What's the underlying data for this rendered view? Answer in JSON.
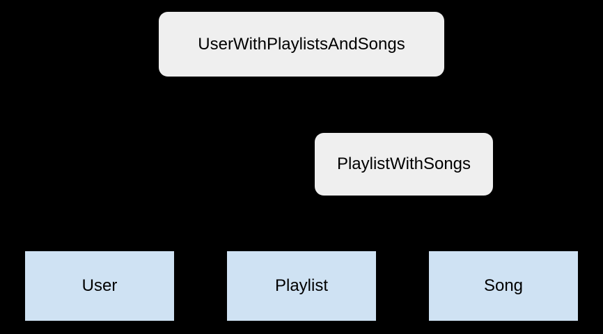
{
  "diagram": {
    "background_color": "#000000",
    "text_color": "#000000",
    "rounded_fill": "#efefef",
    "rect_fill": "#cfe2f3",
    "nodes": [
      {
        "id": "user-with-playlists-and-songs",
        "label": "UserWithPlaylistsAndSongs",
        "shape": "rounded",
        "fill": "#efefef"
      },
      {
        "id": "playlist-with-songs",
        "label": "PlaylistWithSongs",
        "shape": "rounded",
        "fill": "#efefef"
      },
      {
        "id": "user",
        "label": "User",
        "shape": "rect",
        "fill": "#cfe2f3"
      },
      {
        "id": "playlist",
        "label": "Playlist",
        "shape": "rect",
        "fill": "#cfe2f3"
      },
      {
        "id": "song",
        "label": "Song",
        "shape": "rect",
        "fill": "#cfe2f3"
      }
    ]
  }
}
